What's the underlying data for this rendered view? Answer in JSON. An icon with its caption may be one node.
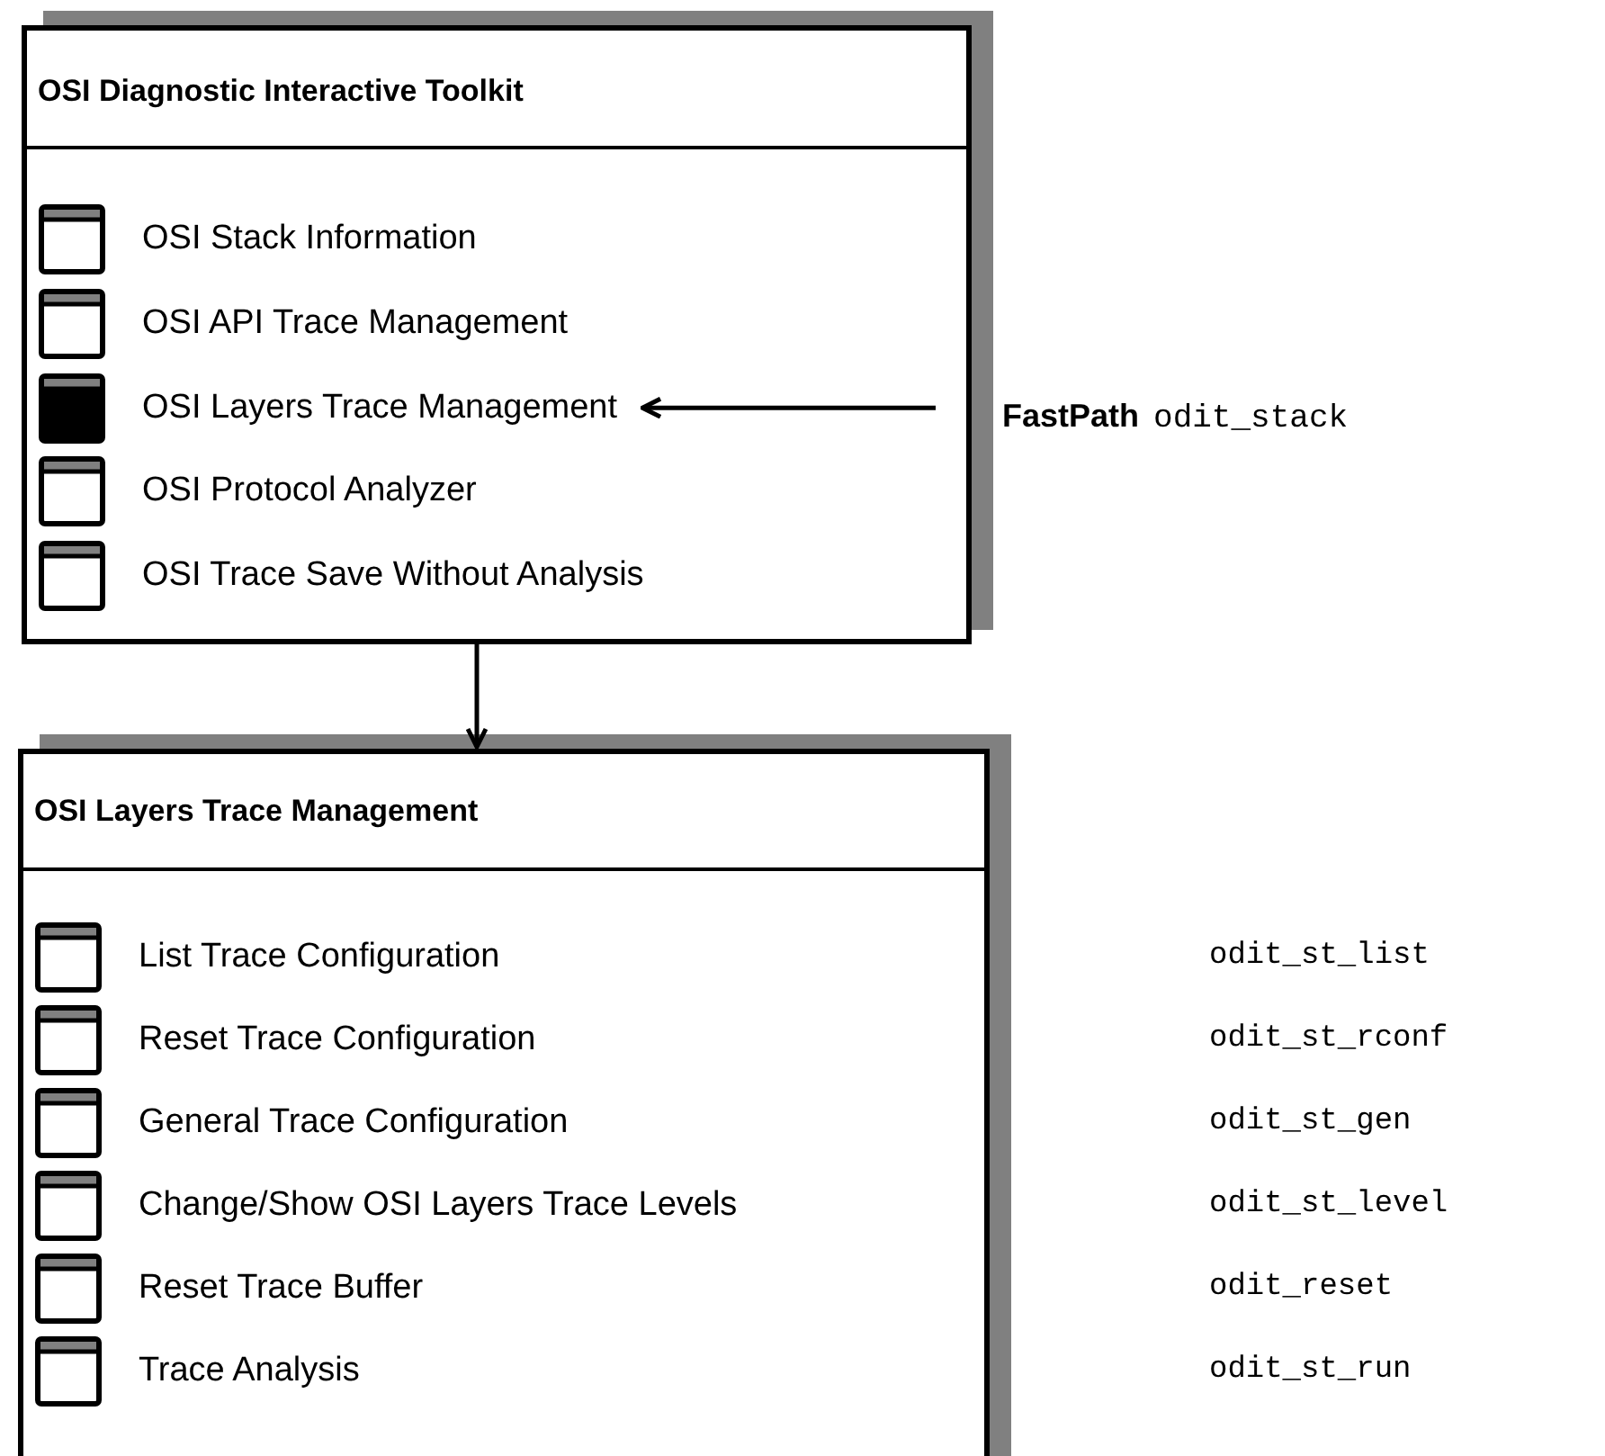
{
  "diagram": {
    "nodes": [
      {
        "text": [
          "OSI Diagnostic Interactive Toolkit"
        ]
      },
      {
        "text": [
          "OSI Stack Information"
        ],
        "in": 0
      },
      {
        "text": [
          "OSI API Trace Management"
        ],
        "in": 0
      },
      {
        "text": [
          "OSI Layers Trace Management"
        ],
        "in": 0
      },
      {
        "text": [
          "OSI Protocol Analyzer"
        ],
        "in": 0
      },
      {
        "text": [
          "OSI Trace Save Without Analysis"
        ],
        "in": 0
      },
      {
        "text": [
          "FastPath",
          "odit_stack"
        ]
      },
      {
        "text": [
          "OSI Layers Trace Management"
        ]
      },
      {
        "text": [
          "List Trace Configuration"
        ],
        "in": 7
      },
      {
        "text": [
          "Reset Trace Configuration"
        ],
        "in": 7
      },
      {
        "text": [
          "General Trace Configuration"
        ],
        "in": 7
      },
      {
        "text": [
          "Change/Show OSI Layers Trace Levels"
        ],
        "in": 7
      },
      {
        "text": [
          "Reset Trace Buffer"
        ],
        "in": 7
      },
      {
        "text": [
          "Trace Analysis"
        ],
        "in": 7
      }
    ],
    "edges": [
      {
        "from": 6,
        "to": 3,
        "arrow": "to"
      },
      {
        "from": 0,
        "to": 7,
        "arrow": "to"
      }
    ],
    "labels": [
      "odit_st_list",
      "odit_st_rconf",
      "odit_st_gen",
      "odit_st_level",
      "odit_reset",
      "odit_st_run"
    ]
  }
}
